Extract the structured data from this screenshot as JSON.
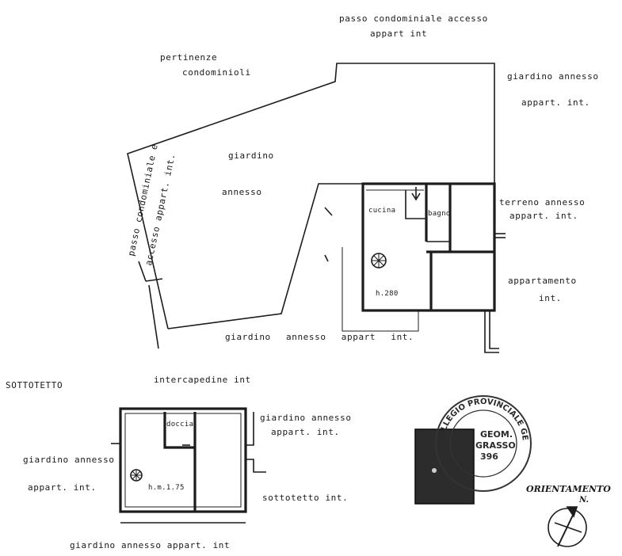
{
  "labels": {
    "passo_top_1": "passo condominiale accesso",
    "passo_top_2": "appart int",
    "pertinenze_1": "pertinenze",
    "pertinenze_2": "condominioli",
    "giardino_tr_1": "giardino annesso",
    "giardino_tr_2": "appart. int.",
    "giardino_center_1": "giardino",
    "giardino_center_2": "annesso",
    "passo_side_1": "passo condominiale e",
    "passo_side_2": "accesso appart. int.",
    "terreno_1": "terreno annesso",
    "terreno_2": "appart. int.",
    "cucina": "cucina",
    "bagno": "bagno",
    "height_main": "h.280",
    "appartamento_1": "appartamento",
    "appartamento_2": "int.",
    "giardino_bottom": "giardino annesso appart int.",
    "sottotetto_title": "SOTTOTETTO",
    "intercapedine": "intercapedine int",
    "doccia": "doccia",
    "giardino_r2_1": "giardino annesso",
    "giardino_r2_2": "appart. int.",
    "giardino_l2_1": "giardino annesso",
    "giardino_l2_2": "appart. int.",
    "height_sotto": "h.m.1.75",
    "sottotetto_int": "sottotetto int.",
    "giardino_footer": "giardino annesso appart. int",
    "orientamento": "ORIENTAMENTO",
    "north": "N."
  },
  "stamp": {
    "ring_text": "COLLEGIO PROVINCIALE GEOMETRI",
    "inner_1": "GEOM.",
    "inner_2": "GRASSO",
    "inner_3": "396"
  }
}
